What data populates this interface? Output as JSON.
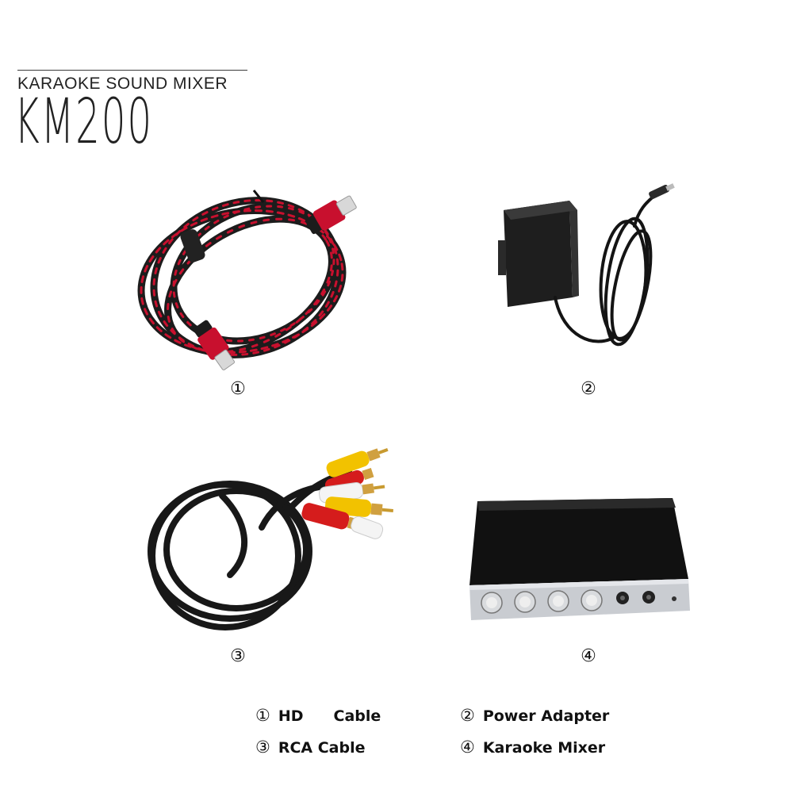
{
  "header": {
    "subtitle": "KARAOKE SOUND MIXER",
    "model": "KM200"
  },
  "items": [
    {
      "number": "①",
      "name_part1": "HD",
      "name_part2": "Cable",
      "icon": "hdmi-cable-image"
    },
    {
      "number": "②",
      "name": "Power Adapter",
      "icon": "power-adapter-image"
    },
    {
      "number": "③",
      "name": "RCA Cable",
      "icon": "rca-cable-image"
    },
    {
      "number": "④",
      "name": "Karaoke Mixer",
      "icon": "karaoke-mixer-image"
    }
  ],
  "colors": {
    "cable_red": "#c8102e",
    "cable_black": "#1c1c1c",
    "rca_yellow": "#f2c200",
    "rca_white": "#f4f4f4",
    "mixer_silver": "#c9ccd1"
  }
}
